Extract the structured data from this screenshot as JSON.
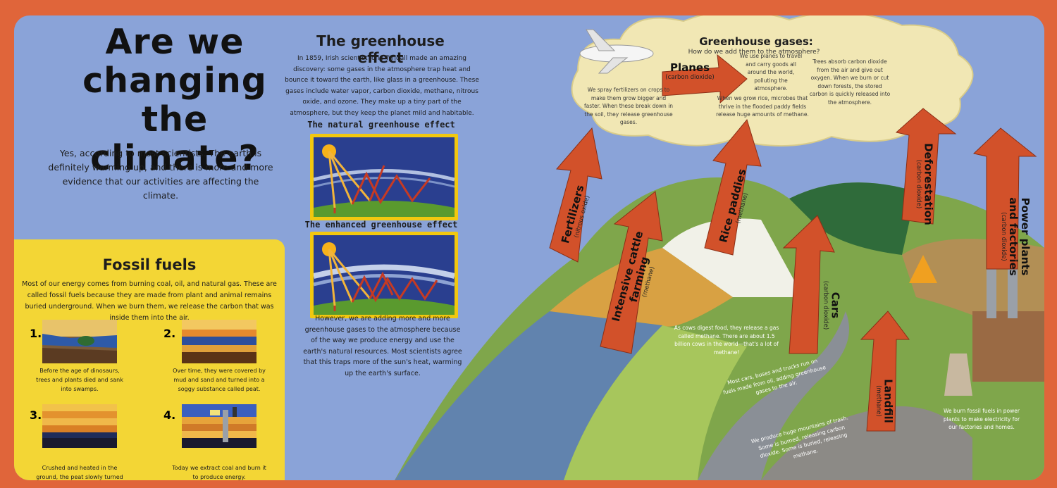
{
  "left": {
    "title": "Are we changing the climate?",
    "intro": "Yes, according to most scientists. The earth is definitely warming up, and there is more and more evidence that our activities are affecting the climate."
  },
  "greenhouse": {
    "title": "The greenhouse effect",
    "text": "In 1859, Irish scientist John Tyndall made an amazing discovery: some gases in the atmosphere trap heat and bounce it toward the earth, like glass in a greenhouse. These gases include water vapor, carbon dioxide, methane, nitrous oxide, and ozone. They make up a tiny part of the atmosphere, but they keep the planet mild and habitable.",
    "natural_title": "The natural greenhouse effect",
    "enhanced_title": "The enhanced greenhouse effect",
    "footer": "However, we are adding more and more greenhouse gases to the atmosphere because of the way we produce energy and use the earth's natural resources. Most scientists agree that this traps more of the sun's heat, warming up the earth's surface."
  },
  "fossil": {
    "title": "Fossil fuels",
    "text": "Most of our energy comes from burning coal, oil, and natural gas. These are called fossil fuels because they are made from plant and animal remains buried underground. When we burn them, we release the carbon that was inside them into the air.",
    "steps": [
      {
        "num": "1.",
        "caption": "Before the age of dinosaurs, trees and plants died and sank into swamps."
      },
      {
        "num": "2.",
        "caption": "Over time, they were covered by mud and sand and turned into a soggy substance called peat."
      },
      {
        "num": "3.",
        "caption": "Crushed and heated in the ground, the peat slowly turned into coal."
      },
      {
        "num": "4.",
        "caption": "Today we extract coal and burn it to produce energy."
      }
    ]
  },
  "cloud": {
    "title": "Greenhouse gases:",
    "subtitle": "How do we add them to the atmosphere?",
    "planes_text": "We use planes to travel and carry goods all around the world, polluting the atmosphere.",
    "trees_text": "Trees absorb carbon dioxide from the air and give out oxygen. When we burn or cut down forests, the stored carbon is quickly released into the atmosphere.",
    "fertilizer_text": "We spray fertilizers on crops to make them grow bigger and faster. When these break down in the soil, they release greenhouse gases.",
    "rice_text": "When we grow rice, microbes that thrive in the flooded paddy fields release huge amounts of methane."
  },
  "arrows": [
    {
      "label": "Planes",
      "sub": "(carbon dioxide)"
    },
    {
      "label": "Fertilizers",
      "sub": "(nitrous oxide)"
    },
    {
      "label": "Intensive cattle farming",
      "sub": "(methane)"
    },
    {
      "label": "Rice paddies",
      "sub": "(methane)"
    },
    {
      "label": "Cars",
      "sub": "(carbon dioxide)"
    },
    {
      "label": "Deforestation",
      "sub": "(carbon dioxide)"
    },
    {
      "label": "Power plants and factories",
      "sub": "(carbon dioxide)"
    },
    {
      "label": "Landfill",
      "sub": "(methane)"
    }
  ],
  "illustration": {
    "cows_text": "As cows digest food, they release a gas called methane. There are about 1.5 billion cows in the world—that's a lot of methane!",
    "cars_text": "Most cars, buses and trucks run on fuels made from oil, adding greenhouse gases to the air.",
    "landfill_text": "We produce huge mountains of trash. Some is burned, releasing carbon dioxide. Some is buried, releasing methane.",
    "power_text": "We burn fossil fuels in power plants to make electricity for our factories and homes."
  }
}
